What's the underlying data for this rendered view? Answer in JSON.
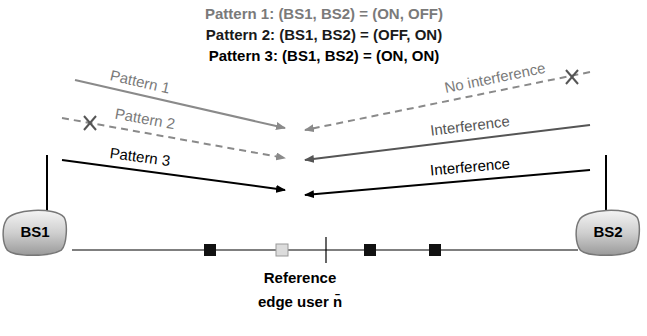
{
  "diagram": {
    "nodes": [
      {
        "text": [
          "BS1"
        ]
      },
      {
        "text": [
          "BS2"
        ]
      }
    ],
    "labels": [
      "Pattern 1: (BS1, BS2) = (ON, OFF)",
      "Pattern 2: (BS1, BS2) = (OFF, ON)",
      "Pattern 3: (BS1, BS2) = (ON, ON)",
      "Pattern 1",
      "Pattern 2",
      "Pattern 3",
      "No interference",
      "Interference",
      "Interference",
      "Reference edge user n̄"
    ]
  }
}
